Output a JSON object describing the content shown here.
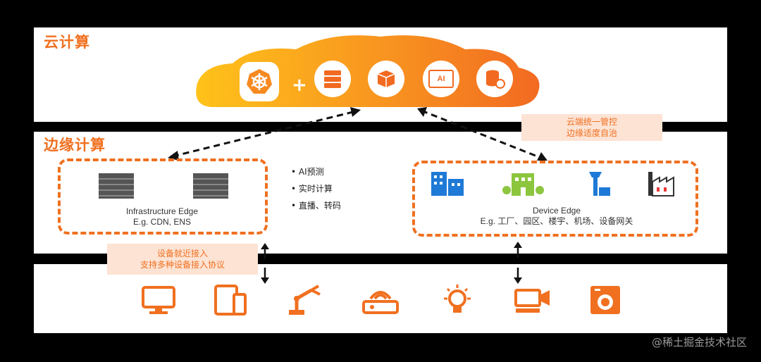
{
  "cloud": {
    "title": "云计算",
    "plus": "+",
    "ai_label": "AI"
  },
  "edge": {
    "title": "边缘计算",
    "infra": {
      "name": "Infrastructure Edge",
      "examples": "E.g. CDN, ENS"
    },
    "bullets": [
      "AI预测",
      "实时计算",
      "直播、转码"
    ],
    "device": {
      "name": "Device Edge",
      "examples": "E.g. 工厂、园区、楼宇、机场、设备网关"
    },
    "note_right": [
      "云端统一管控",
      "边缘适度自治"
    ],
    "note_left": [
      "设备就近接入",
      "支持多种设备接入协议"
    ]
  },
  "devices": {
    "icons": [
      "monitor-icon",
      "tablet-icon",
      "robot-arm-icon",
      "router-icon",
      "light-bulb-icon",
      "camera-icon",
      "washing-machine-icon"
    ]
  },
  "colors": {
    "accent": "#f07020",
    "cloud_start": "#ffc21a",
    "cloud_end": "#f26a21"
  },
  "watermark": "@稀土掘金技术社区"
}
